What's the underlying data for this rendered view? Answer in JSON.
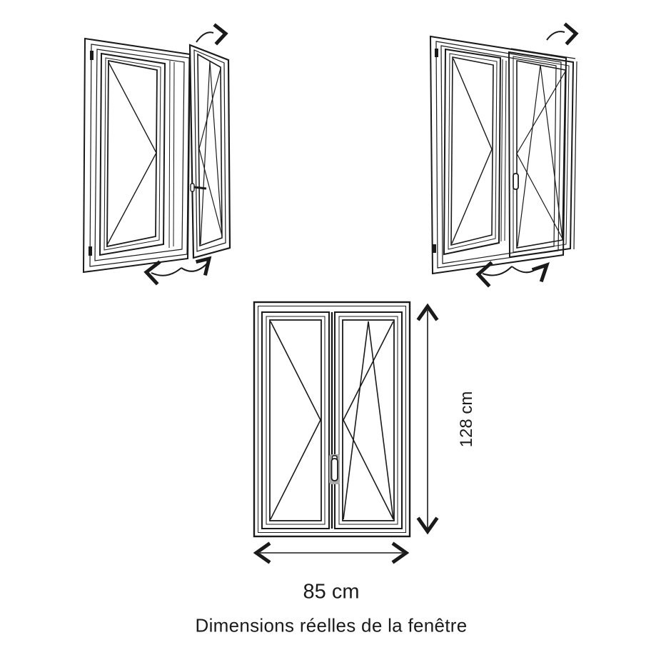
{
  "page": {
    "background": "#ffffff",
    "line_color": "#1a1a1a",
    "text_color": "#1b1b1b",
    "handle_shadow_color": "#a9a9a9"
  },
  "figure": {
    "caption": "Dimensions réelles de la fenêtre",
    "height_dimension": "128 cm",
    "width_dimension": "85 cm"
  }
}
